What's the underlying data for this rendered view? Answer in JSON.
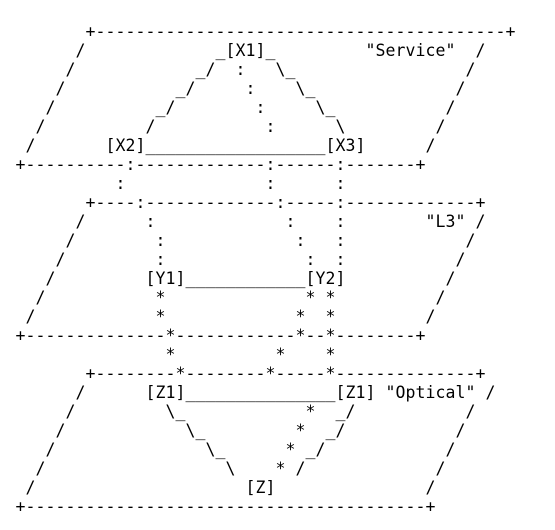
{
  "lines": [
    "        +-----------------------------------------+",
    "       /             _[X1]_         \"Service\"  /",
    "      /            _/  :   \\_                 /",
    "     /           _/     :    \\_              /",
    "    /          _/        :     \\_           /",
    "   /          /           :      \\         /",
    "  /       [X2]__________________[X3]      /",
    " +----------:-------------:------:-------+",
    "           :              :      :",
    "        +----:-------------:-----:-------------+",
    "       /      :             :    :        \"L3\" /",
    "      /        :             :   :            /",
    "     /         :              :  :           /",
    "    /         [Y1]____________[Y2]          /",
    "   /           *              * *          /",
    "  /            *             *  *         /",
    " +--------------*------------*--*--------+",
    "                *          *    *",
    "        +--------*--------*-----*--------------+",
    "       /      [Z1]_______________[Z1] \"Optical\" /",
    "      /         \\_            *  _/           /",
    "     /            \\_         *  _/           /",
    "    /               \\_      * _/            /",
    "   /                  \\    * /             /",
    "  /                     [Z]               /",
    " +----------------------------------------+"
  ]
}
